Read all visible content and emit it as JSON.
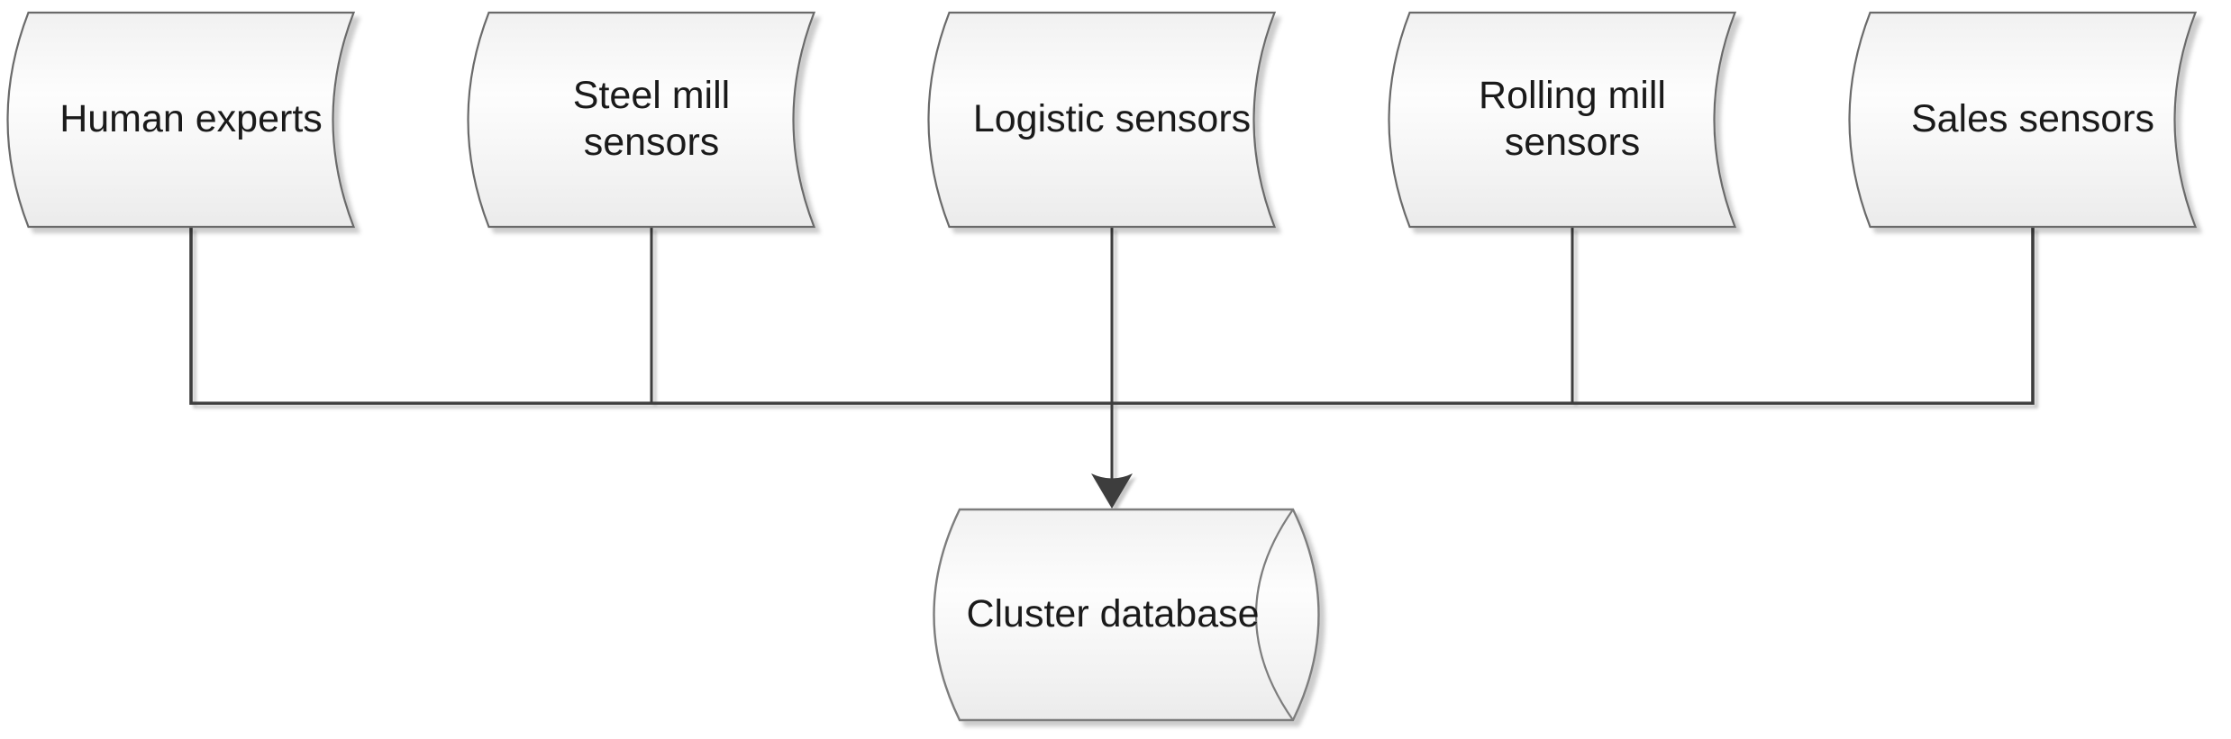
{
  "diagram": {
    "kind": "data-flow-diagram",
    "sources": [
      {
        "label": "Human experts",
        "shape": "stored-data"
      },
      {
        "label": "Steel mill\nsensors",
        "shape": "stored-data"
      },
      {
        "label": "Logistic sensors",
        "shape": "stored-data"
      },
      {
        "label": "Rolling mill\nsensors",
        "shape": "stored-data"
      },
      {
        "label": "Sales sensors",
        "shape": "stored-data"
      }
    ],
    "target": {
      "label": "Cluster database",
      "shape": "horizontal-cylinder"
    },
    "edges": {
      "description": "All five source shapes drop to a shared horizontal bus line which feeds a single downward arrow into the target shape",
      "arrow_direction": "down"
    },
    "colors": {
      "background": "#ffffff",
      "shape_fill_top": "#f1f1f1",
      "shape_fill_mid": "#fdfdfd",
      "shape_fill_bottom": "#ebebeb",
      "shape_border": "#6b6b6b",
      "cylinder_border": "#7d7d7d",
      "connector": "#3d3d3d",
      "text": "#1a1a1a"
    }
  }
}
